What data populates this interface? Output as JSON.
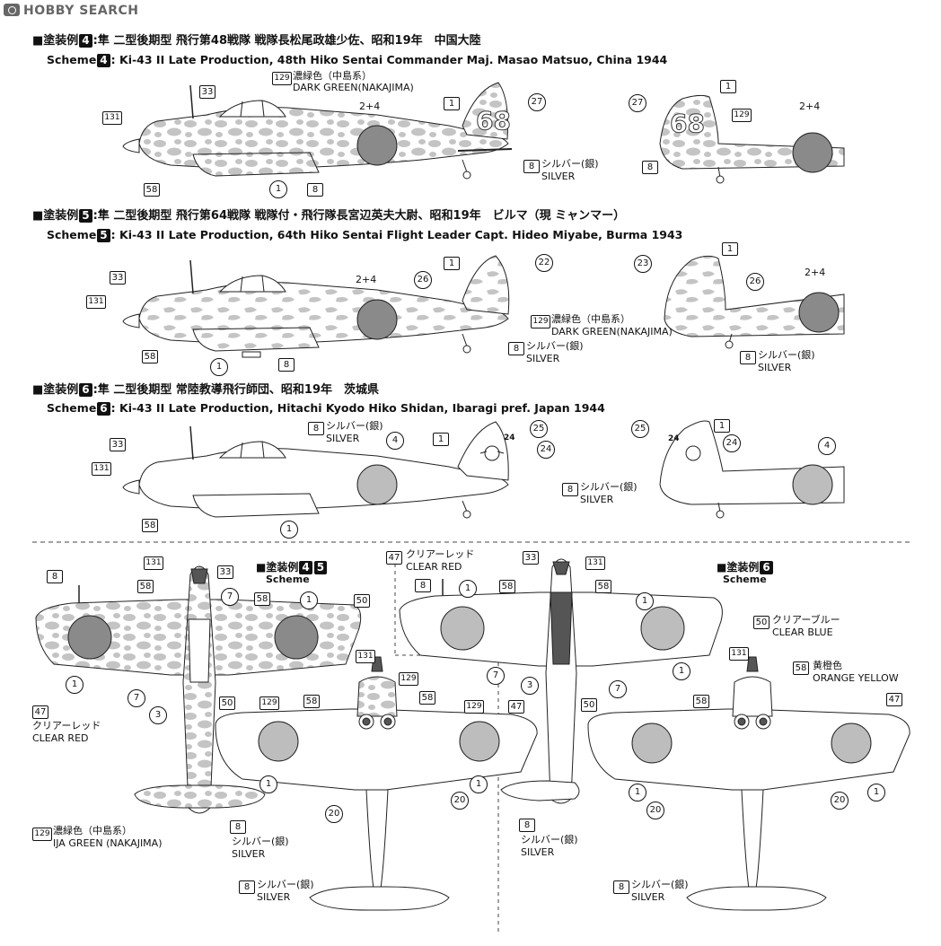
{
  "brand": {
    "logo_text": "HOBBY SEARCH"
  },
  "schemes": [
    {
      "header_prefix": "■塗装例",
      "number": "4",
      "header_jp": ":隼 二型後期型 飛行第48戦隊 戦隊長松尾政雄少佐、昭和19年　中国大陸",
      "sub_prefix": "Scheme",
      "sub_en": ": Ki-43 II Late Production, 48th Hiko Sentai Commander Maj. Masao Matsuo, China 1944",
      "tail_number": "68"
    },
    {
      "header_prefix": "■塗装例",
      "number": "5",
      "header_jp": ":隼 二型後期型 飛行第64戦隊 戦隊付・飛行隊長宮辺英夫大尉、昭和19年　ビルマ（現 ミャンマー）",
      "sub_prefix": "Scheme",
      "sub_en": ": Ki-43 II Late Production, 64th Hiko Sentai Flight Leader Capt. Hideo Miyabe, Burma 1943",
      "tail_number": ""
    },
    {
      "header_prefix": "■塗装例",
      "number": "6",
      "header_jp": ":隼 二型後期型 常陸教導飛行師団、昭和19年　茨城県",
      "sub_prefix": "Scheme",
      "sub_en": ": Ki-43 II Late Production, Hitachi Kyodo Hiko Shidan, Ibaragi pref. Japan 1944",
      "tail_number": "24"
    }
  ],
  "colors": {
    "dark_green_jp": "濃緑色（中島系）",
    "dark_green_en": "DARK GREEN(NAKAJIMA)",
    "ija_green_en": "IJA GREEN (NAKAJIMA)",
    "silver_jp": "シルバー(銀)",
    "silver_en": "SILVER",
    "clear_red_jp": "クリアーレッド",
    "clear_red_en": "CLEAR RED",
    "clear_blue_jp": "クリアーブルー",
    "clear_blue_en": "CLEAR BLUE",
    "orange_yellow_jp": "黄橙色",
    "orange_yellow_en": "ORANGE YELLOW",
    "camo_hex": "#bdbdbd",
    "hinomaru_hex": "#8a8a8a",
    "dark_hex": "#555555"
  },
  "plan_labels": {
    "left_title": "■塗装例",
    "left_nums": [
      "4",
      "5"
    ],
    "right_title": "■塗装例",
    "right_num": "6",
    "scheme_word": "Scheme"
  },
  "callouts": {
    "c131": "131",
    "c33": "33",
    "c58": "58",
    "c129": "129",
    "c8": "8",
    "c47": "47",
    "c50": "50",
    "c1": "1",
    "c2p4": "2+4",
    "c4": "4",
    "c27": "27",
    "c22": "22",
    "c23": "23",
    "c26": "26",
    "c25": "25",
    "c24": "24",
    "c7": "7",
    "c3": "3",
    "c20": "20"
  }
}
